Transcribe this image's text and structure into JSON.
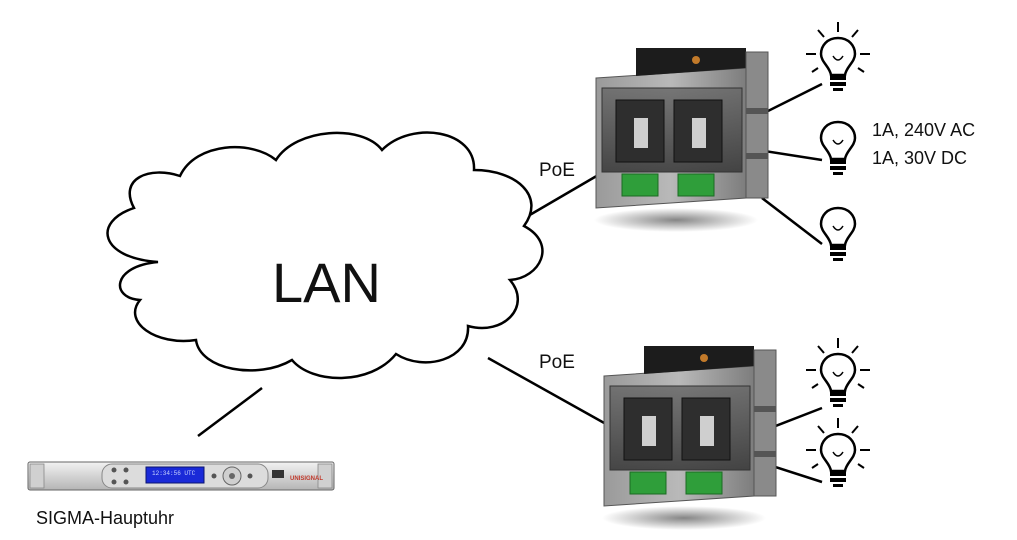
{
  "network": {
    "label": "LAN"
  },
  "links": {
    "poe_upper": "PoE",
    "poe_lower": "PoE"
  },
  "relay_spec": {
    "line1": "1A, 240V AC",
    "line2": "1A, 30V DC"
  },
  "master_clock": {
    "label": "SIGMA-Hauptuhr",
    "brand": "UNISIGNAL",
    "display_text": "12:34:56 UTC"
  }
}
